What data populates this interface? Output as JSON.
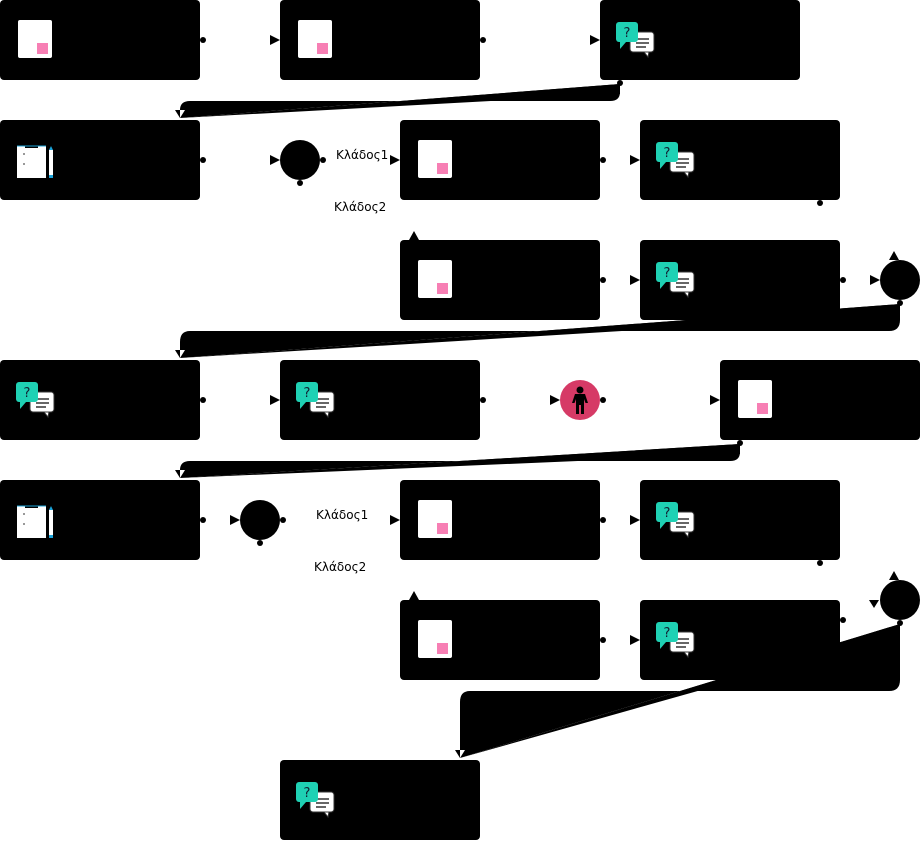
{
  "branches": {
    "b1": "Κλάδος1",
    "b2": "Κλάδος2"
  },
  "colors": {
    "node": "#000000",
    "doc_accent": "#f77fb4",
    "chat_accent": "#1fd1b4",
    "person": "#d63a66"
  },
  "nodes": [
    {
      "id": "n1",
      "icon": "document-icon"
    },
    {
      "id": "n2",
      "icon": "document-icon"
    },
    {
      "id": "n3",
      "icon": "question-chat-icon"
    },
    {
      "id": "n4",
      "icon": "clipboard-icon"
    },
    {
      "id": "n5",
      "icon": "document-icon"
    },
    {
      "id": "n6",
      "icon": "question-chat-icon"
    },
    {
      "id": "n7",
      "icon": "document-icon"
    },
    {
      "id": "n8",
      "icon": "question-chat-icon"
    },
    {
      "id": "n9",
      "icon": "question-chat-icon"
    },
    {
      "id": "n10",
      "icon": "question-chat-icon"
    },
    {
      "id": "n11",
      "icon": "document-icon"
    },
    {
      "id": "n12",
      "icon": "clipboard-icon"
    },
    {
      "id": "n13",
      "icon": "document-icon"
    },
    {
      "id": "n14",
      "icon": "question-chat-icon"
    },
    {
      "id": "n15",
      "icon": "document-icon"
    },
    {
      "id": "n16",
      "icon": "question-chat-icon"
    },
    {
      "id": "n17",
      "icon": "question-chat-icon"
    }
  ]
}
